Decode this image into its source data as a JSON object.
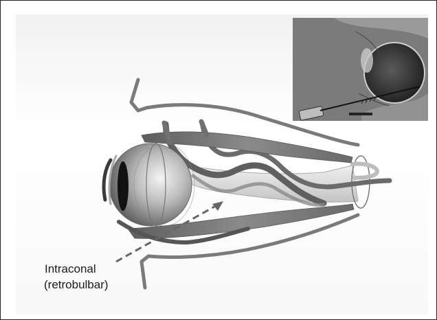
{
  "labels": {
    "line1": "Intraconal",
    "line2": "(retrobulbar)"
  },
  "colors": {
    "muscle": "#6f6f6f",
    "bone_outline": "#7a7a7a",
    "inset_bg": "#7b7b7b",
    "eye_pupil": "#111111",
    "arrow": "#666666"
  },
  "icons": {
    "eye": "eyeball-illustration",
    "needle": "syringe-needle-illustration",
    "arrow": "dashed-arrow"
  }
}
